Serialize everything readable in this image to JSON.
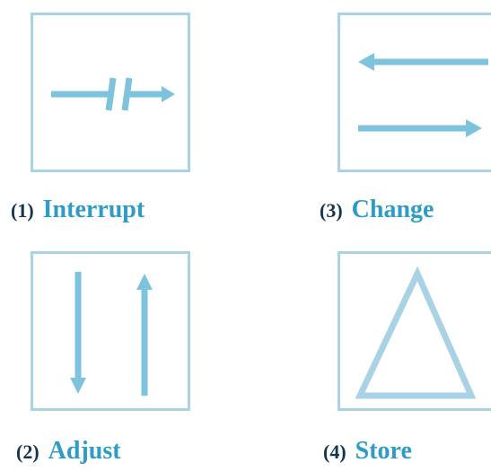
{
  "colors": {
    "symbol": "#7ec3dd",
    "frame": "#a9d3e4",
    "label_number": "#14354f",
    "label_word": "#2f9cc4"
  },
  "symbols": [
    {
      "number": "(1)",
      "name": "Interrupt",
      "icon": "interrupt-icon"
    },
    {
      "number": "(3)",
      "name": "Change",
      "icon": "opposite-arrows-icon"
    },
    {
      "number": "(2)",
      "name": "Adjust",
      "icon": "up-down-arrows-icon"
    },
    {
      "number": "(4)",
      "name": "Store",
      "icon": "triangle-icon"
    }
  ]
}
